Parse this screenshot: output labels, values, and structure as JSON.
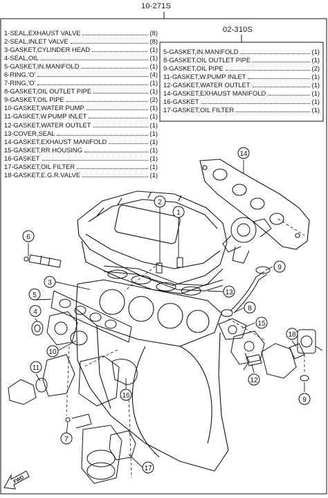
{
  "assembly": {
    "main_code": "10-271S",
    "sub_code": "02-310S"
  },
  "main_list": [
    {
      "label": "1-SEAL,EXHAUST VALVE",
      "qty": "(8)"
    },
    {
      "label": "2-SEAL,INLET VALVE",
      "qty": "(8)"
    },
    {
      "label": "3-GASKET,CYLINDER HEAD",
      "qty": "(1)"
    },
    {
      "label": "4-SEAL,OIL",
      "qty": "(1)"
    },
    {
      "label": "5-GASKET,IN.MANIFOLD",
      "qty": "(1)"
    },
    {
      "label": "6-RING,'O'",
      "qty": "(4)"
    },
    {
      "label": "7-RING,'O'",
      "qty": "(1)"
    },
    {
      "label": "8-GASKET,OIL OUTLET PIPE",
      "qty": "(1)"
    },
    {
      "label": "9-GASKET,OIL PIPE",
      "qty": "(2)"
    },
    {
      "label": "10-GASKET,WATER PUMP",
      "qty": "(1)"
    },
    {
      "label": "11-GASKET,W.PUMP INLET",
      "qty": "(1)"
    },
    {
      "label": "12-GASKET,WATER OUTLET",
      "qty": "(1)"
    },
    {
      "label": "13-COVER,SEAL",
      "qty": "(1)"
    },
    {
      "label": "14-GASKET,EXHAUST MANIFOLD",
      "qty": "(1)"
    },
    {
      "label": "15-GASKET,RR.HOUSING",
      "qty": "(1)"
    },
    {
      "label": "16-GASKET",
      "qty": "(1)"
    },
    {
      "label": "17-GASKET,OIL FILTER",
      "qty": "(1)"
    },
    {
      "label": "18-GASKET,E.G.R.VALVE",
      "qty": "(1)"
    }
  ],
  "sub_list": [
    {
      "label": "5-GASKET,IN.MANIFOLD",
      "qty": "(1)"
    },
    {
      "label": "8-GASKET,OIL OUTLET PIPE",
      "qty": "(1)"
    },
    {
      "label": "9-GASKET,OIL PIPE",
      "qty": "(2)"
    },
    {
      "label": "11-GASKET,W.PUMP INLET",
      "qty": "(1)"
    },
    {
      "label": "12-GASKET,WATER OUTLET",
      "qty": "(1)"
    },
    {
      "label": "14-GASKET,EXHAUST MANIFOLD",
      "qty": "(1)"
    },
    {
      "label": "16-GASKET",
      "qty": "(1)"
    },
    {
      "label": "17-GASKET,OIL FILTER",
      "qty": "(1)"
    }
  ],
  "callouts": {
    "c1": "1",
    "c2": "2",
    "c3": "3",
    "c4": "4",
    "c5": "5",
    "c6": "6",
    "c7": "7",
    "c8": "8",
    "c9a": "9",
    "c9b": "9",
    "c10": "10",
    "c11": "11",
    "c12": "12",
    "c13": "13",
    "c14": "14",
    "c15": "15",
    "c16": "16",
    "c17": "17",
    "c18": "18"
  },
  "fwd_label": "FWD"
}
